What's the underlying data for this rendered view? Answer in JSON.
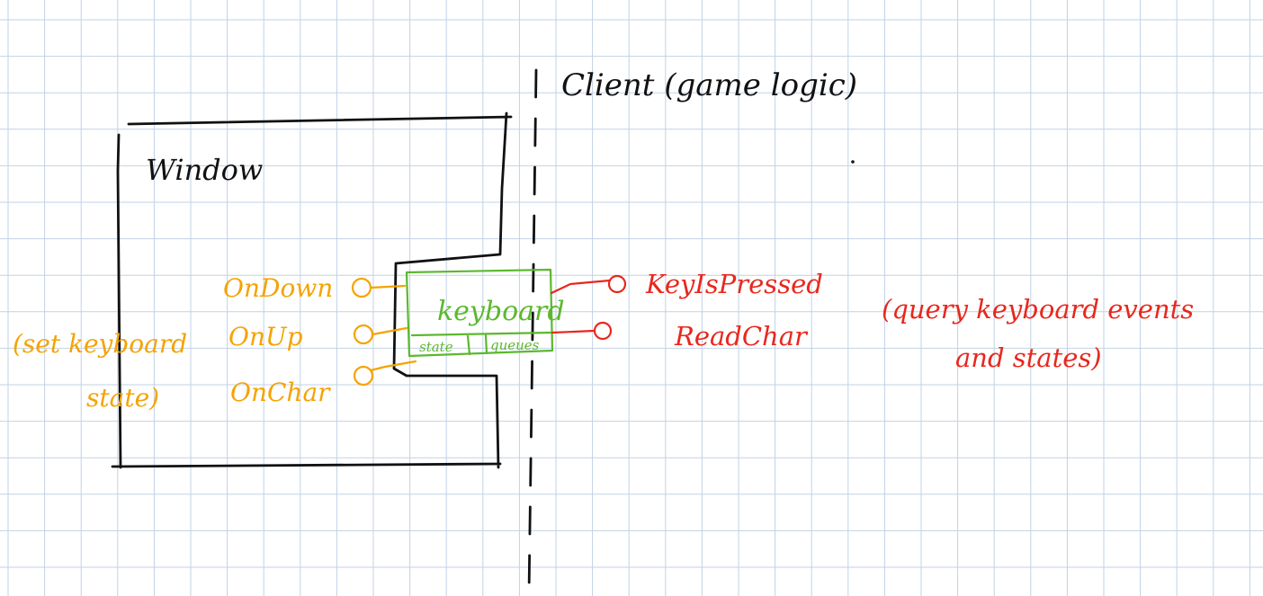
{
  "colors": {
    "background": "#ffffff",
    "grid": "#c2d2e6",
    "ink": "#111111",
    "orange": "#f5a300",
    "green": "#5cb82e",
    "red": "#e8271d"
  },
  "labels": {
    "client": "Client (game logic)",
    "window": "Window",
    "keyboard": "keyboard",
    "state": "state",
    "queues": "queues",
    "on_down": "OnDown",
    "on_up": "OnUp",
    "on_char": "OnChar",
    "set_keyboard_line1": "(set keyboard",
    "set_keyboard_line2": "state)",
    "key_is_pressed": "KeyIsPressed",
    "read_char": "ReadChar",
    "query_line1": "(query keyboard events",
    "query_line2": "and states)"
  }
}
